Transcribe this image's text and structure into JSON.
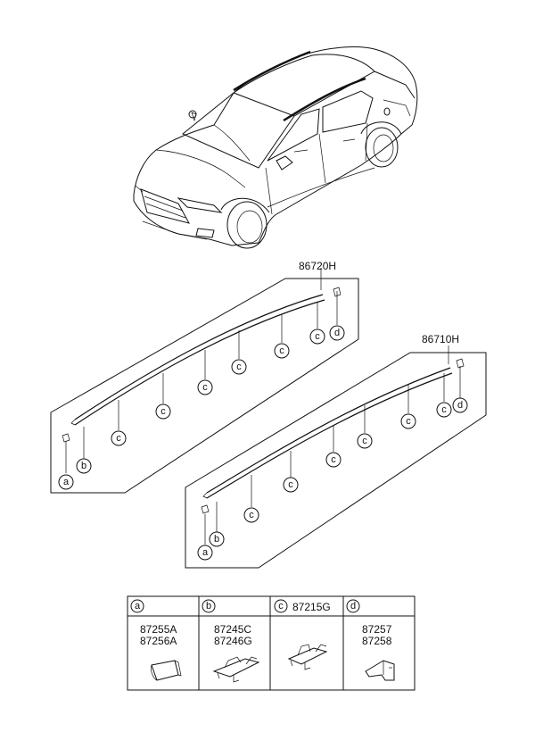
{
  "assemblies": {
    "upper": {
      "part_number": "86720H"
    },
    "lower": {
      "part_number": "86710H"
    }
  },
  "callouts": {
    "a": "a",
    "b": "b",
    "c": "c",
    "d": "d"
  },
  "legend": {
    "columns": [
      {
        "key": "a",
        "parts": [
          "87255A",
          "87256A"
        ]
      },
      {
        "key": "b",
        "parts": [
          "87245C",
          "87246G"
        ]
      },
      {
        "key": "c",
        "parts": [
          "87215G"
        ]
      },
      {
        "key": "d",
        "parts": [
          "87257",
          "87258"
        ]
      }
    ]
  }
}
